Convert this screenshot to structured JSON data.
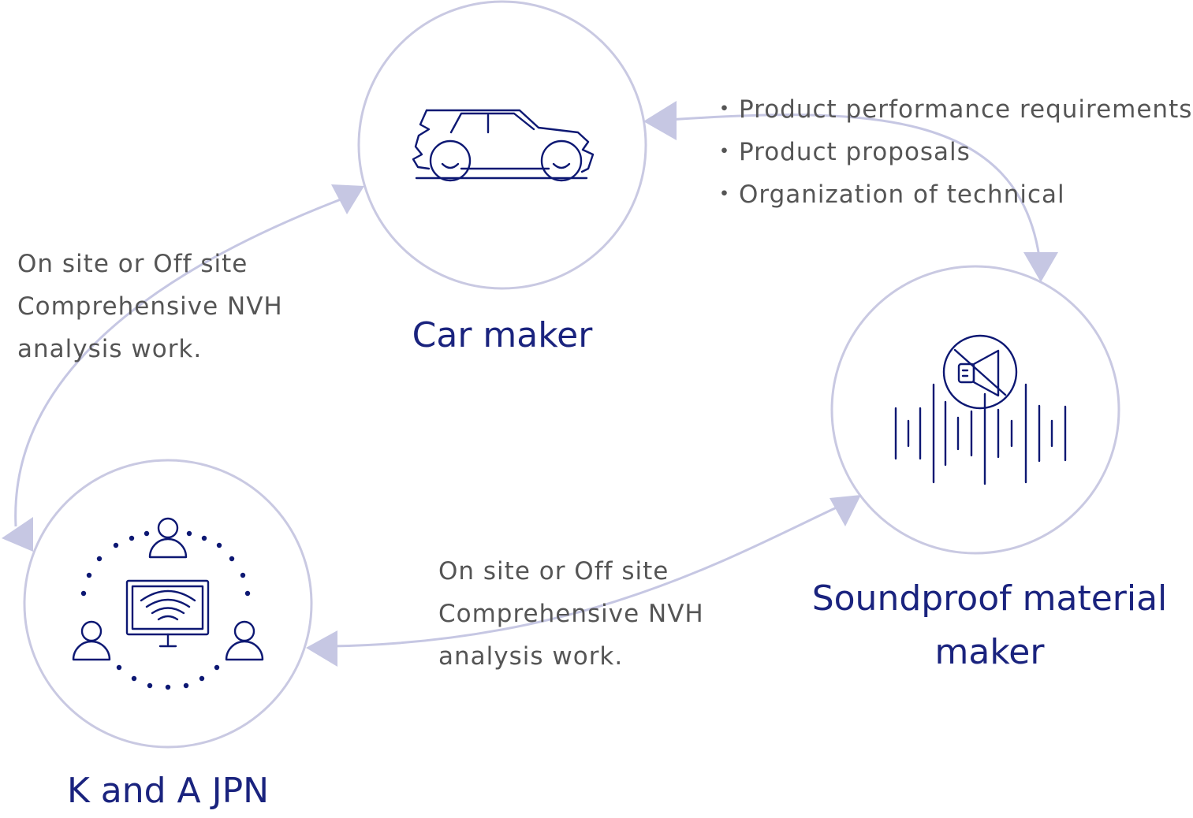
{
  "colors": {
    "circle": "#c9c9e2",
    "arrow": "#c6c7e3",
    "icon": "#0d1873",
    "label": "#1a237e",
    "text": "#555555"
  },
  "nodes": {
    "car_maker": {
      "label": "Car maker",
      "icon": "car-icon"
    },
    "soundproof": {
      "label_line1": "Soundproof material",
      "label_line2": "maker",
      "icon": "muted-speaker-soundwave-icon"
    },
    "kanda": {
      "label": "K and A JPN",
      "icon": "team-monitor-icon"
    }
  },
  "edges": {
    "car_to_soundproof": {
      "bullets": [
        "Product performance requirements",
        "Product proposals",
        "Organization of technical"
      ]
    },
    "kanda_to_car": {
      "lines": [
        "On site or Off site",
        "Comprehensive NVH",
        "analysis work."
      ]
    },
    "kanda_to_soundproof": {
      "lines": [
        "On site or Off site",
        "Comprehensive NVH",
        "analysis work."
      ]
    }
  }
}
